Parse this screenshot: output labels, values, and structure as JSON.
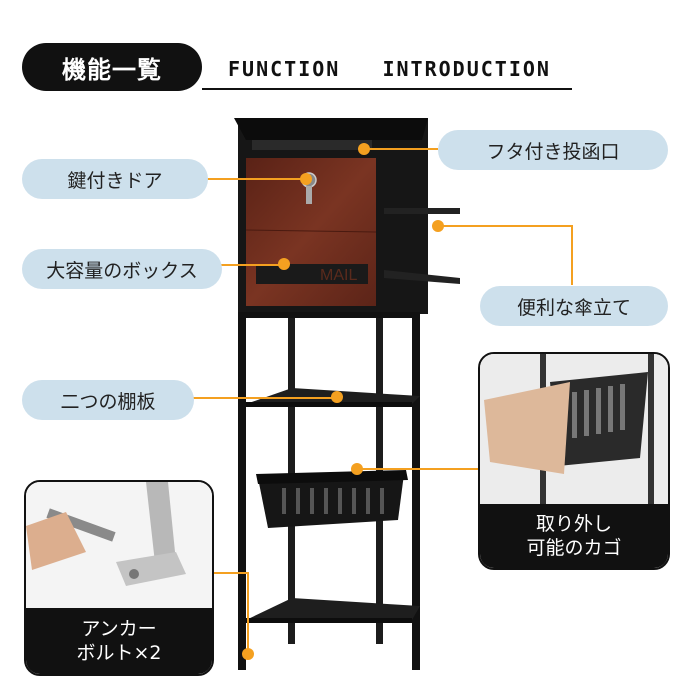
{
  "header": {
    "title_jp": "機能一覧",
    "title_en": "FUNCTION   INTRODUCTION"
  },
  "product": {
    "mail_plate_text": "MAIL"
  },
  "callouts": {
    "lid_slot": "フタ付き投函口",
    "lock_door": "鍵付きドア",
    "large_box": "大容量のボックス",
    "umbrella_stand": "便利な傘立て",
    "two_shelves": "二つの棚板",
    "removable_basket_line1": "取り外し",
    "removable_basket_line2": "可能のカゴ",
    "anchor_bolts_line1": "アンカー",
    "anchor_bolts_line2": "ボルト×2"
  },
  "colors": {
    "accent_line": "#f4a020",
    "label_bg": "#cde0ec",
    "frame": "#111111",
    "wood": "#6b2a1c"
  }
}
